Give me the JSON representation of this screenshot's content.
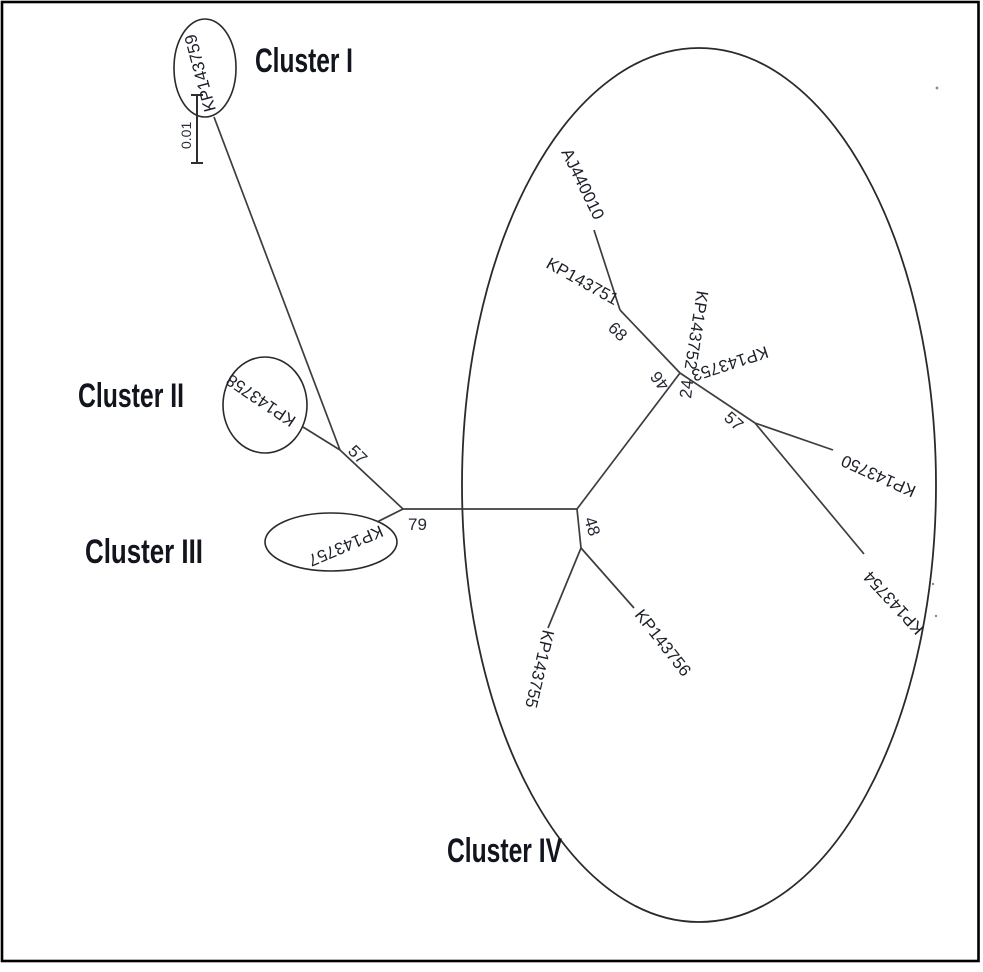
{
  "tree": {
    "type": "unrooted phylogenetic tree",
    "clusters": [
      {
        "label": "Cluster I",
        "members": [
          "KP143759"
        ]
      },
      {
        "label": "Cluster II",
        "members": [
          "KP143758"
        ]
      },
      {
        "label": "Cluster III",
        "members": [
          "KP143757"
        ]
      },
      {
        "label": "Cluster IV",
        "members": [
          "AJ440010",
          "KP143751",
          "KP143752",
          "KP143753",
          "KP143750",
          "KP143754",
          "KP143755",
          "KP143756"
        ]
      }
    ],
    "taxa": [
      "KP143759",
      "KP143758",
      "KP143757",
      "AJ440010",
      "KP143751",
      "KP143752",
      "KP143753",
      "KP143750",
      "KP143754",
      "KP143755",
      "KP143756"
    ],
    "support_values": {
      "cluster1_2_node": "57",
      "central_node": "79",
      "aj440010_node": "68",
      "hub_left": "46",
      "hub_right": "24",
      "kp143750_54_node": "57",
      "kp143755_56_node": "48"
    },
    "scale_bar_label": "0.01",
    "colors": {
      "line": "#3d3d3d",
      "text": "#1c2028",
      "border": "#000000",
      "background": "#ffffff"
    }
  }
}
